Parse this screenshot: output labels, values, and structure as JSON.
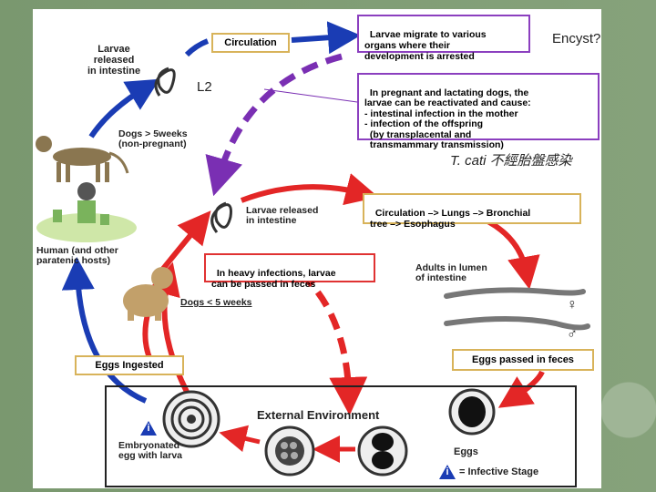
{
  "labels": {
    "larvae_released_top": "Larvae\nreleased\nin intestine",
    "circulation": "Circulation",
    "larvae_migrate": "Larvae migrate to various\norgans where their\ndevelopment is arrested",
    "encyst": "Encyst?",
    "l2": "L2",
    "pregnant_note": "In pregnant and lactating dogs, the\nlarvae can be reactivated and cause:\n- intestinal infection in the mother\n- infection of the offspring\n  (by transplacental and\n  transmammary transmission)",
    "t_cati": "T. cati 不經胎盤感染",
    "dogs_gt5": "Dogs > 5weeks\n(non-pregnant)",
    "human_hosts": "Human (and other\nparatenic hosts)",
    "larvae_released_mid": "Larvae released\nin intestine",
    "circulation_path": "Circulation –> Lungs –> Bronchial\ntree –> Esophagus",
    "heavy_infections": "In heavy infections, larvae\ncan be passed in feces",
    "dogs_lt5": "Dogs < 5 weeks",
    "adults_lumen": "Adults in lumen\nof intestine",
    "female_symbol": "♀",
    "male_symbol": "♂",
    "eggs_ingested": "Eggs Ingested",
    "eggs_passed": "Eggs passed in feces",
    "external_env": "External Environment",
    "embryonated_egg": "Embryonated\negg with larva",
    "eggs": "Eggs",
    "infective_marker": "i",
    "infective_stage": "= Infective Stage"
  },
  "colors": {
    "blue": "#1a3cb4",
    "red": "#e32626",
    "purple": "#7a2fb3",
    "gold_border": "#d8b35a",
    "purple_border": "#8b3fbf",
    "red_border": "#e03232"
  },
  "icons": [
    "dog-icon",
    "human-figure-icon",
    "puppy-icon",
    "larva-icon",
    "worm-icon",
    "egg-icon",
    "info-icon"
  ]
}
